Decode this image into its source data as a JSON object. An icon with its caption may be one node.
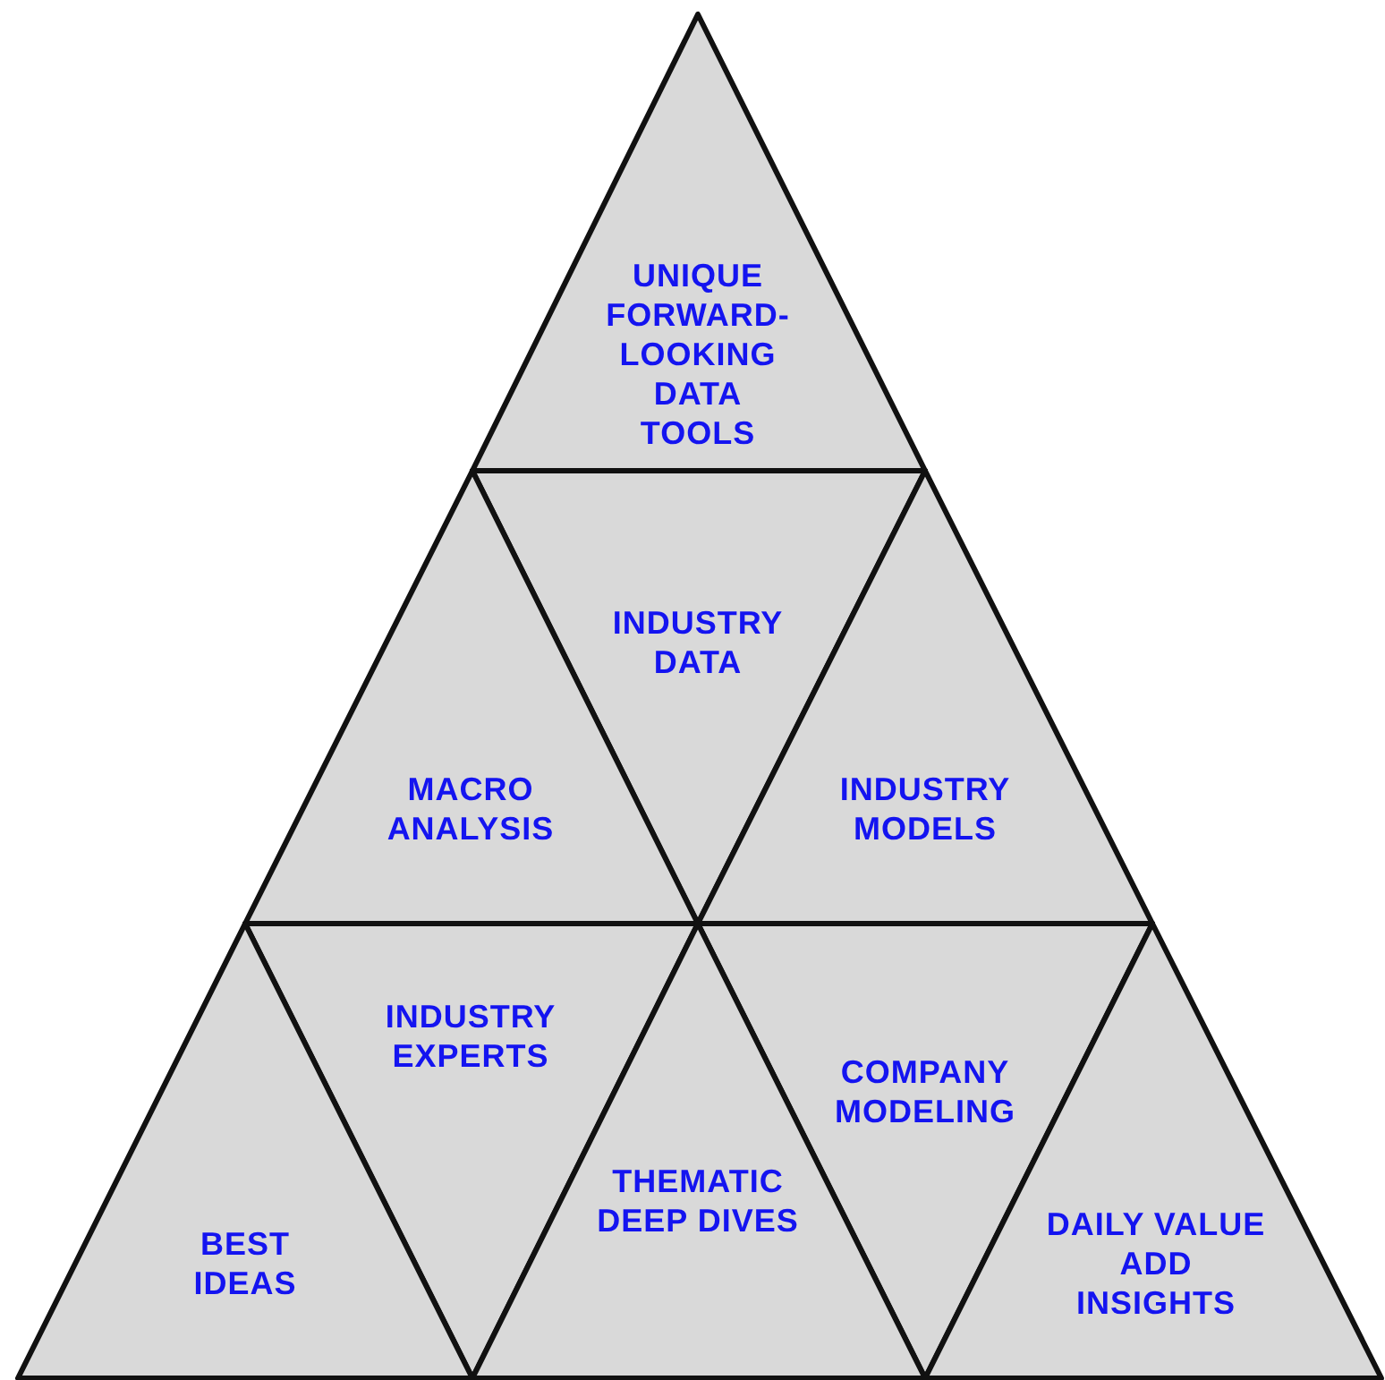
{
  "diagram": {
    "nodes": [
      {
        "text": [
          "UNIQUE FORWARD-LOOKING DATA TOOLS"
        ]
      },
      {
        "text": [
          "INDUSTRY DATA"
        ]
      },
      {
        "text": [
          "MACRO ANALYSIS"
        ]
      },
      {
        "text": [
          "INDUSTRY MODELS"
        ]
      },
      {
        "text": [
          "INDUSTRY EXPERTS"
        ]
      },
      {
        "text": [
          "COMPANY MODELING"
        ]
      },
      {
        "text": [
          "THEMATIC DEEP DIVES"
        ]
      },
      {
        "text": [
          "BEST IDEAS"
        ]
      },
      {
        "text": [
          "DAILY VALUE ADD INSIGHTS"
        ]
      }
    ]
  }
}
